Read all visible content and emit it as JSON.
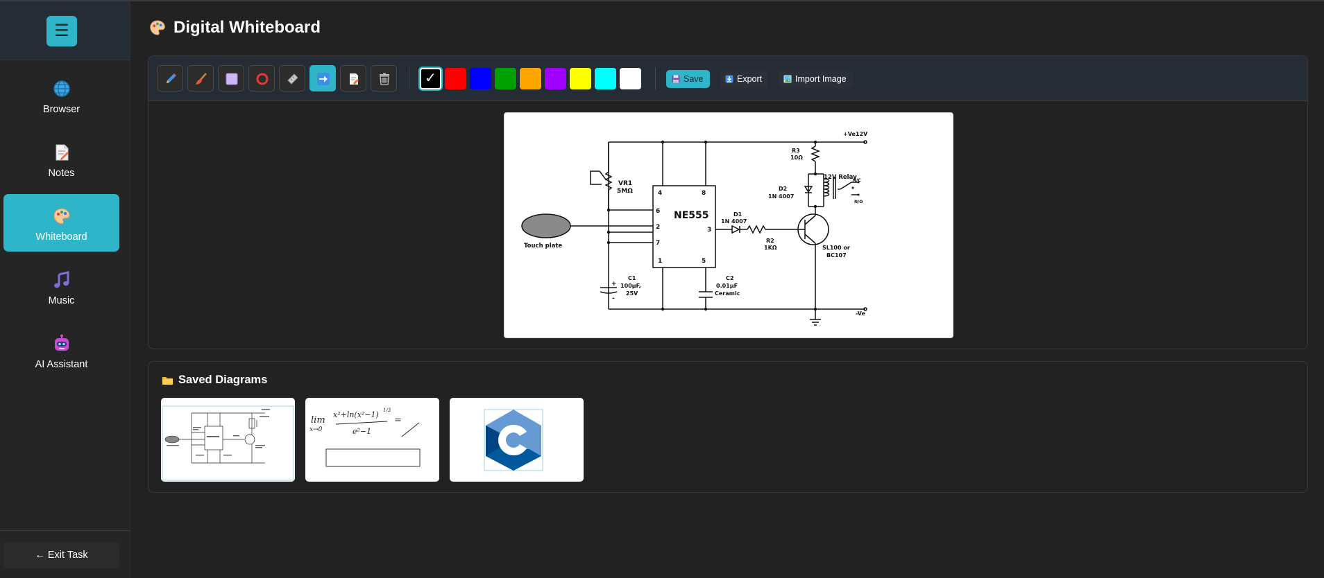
{
  "app": {
    "title": "Digital Whiteboard",
    "title_icon": "palette-icon"
  },
  "sidebar": {
    "menu_icon": "☰",
    "items": [
      {
        "label": "Browser",
        "icon": "globe-icon",
        "active": false
      },
      {
        "label": "Notes",
        "icon": "memo-icon",
        "active": false
      },
      {
        "label": "Whiteboard",
        "icon": "palette-icon",
        "active": true
      },
      {
        "label": "Music",
        "icon": "music-note-icon",
        "active": false
      },
      {
        "label": "AI Assistant",
        "icon": "robot-icon",
        "active": false
      }
    ],
    "exit_label": "← Exit Task"
  },
  "toolbar": {
    "tools": [
      {
        "name": "pen",
        "icon": "pen-icon",
        "active": false
      },
      {
        "name": "brush",
        "icon": "brush-icon",
        "active": false
      },
      {
        "name": "rectangle",
        "icon": "rectangle-icon",
        "active": false
      },
      {
        "name": "circle",
        "icon": "circle-icon",
        "active": false
      },
      {
        "name": "line",
        "icon": "line-icon",
        "active": false
      },
      {
        "name": "arrow",
        "icon": "arrow-icon",
        "active": true
      },
      {
        "name": "text",
        "icon": "text-icon",
        "active": false
      },
      {
        "name": "clear",
        "icon": "trash-icon",
        "active": false
      }
    ],
    "colors": [
      "#000000",
      "#ff0000",
      "#0000ff",
      "#00a000",
      "#ffa500",
      "#a000ff",
      "#ffff00",
      "#00ffff",
      "#ffffff"
    ],
    "selected_color": "#000000",
    "selected_mark": "✓",
    "save_label": "Save",
    "export_label": "Export",
    "import_label": "Import Image"
  },
  "canvas": {
    "circuit": {
      "ic_name": "NE555",
      "pins": [
        "4",
        "8",
        "6",
        "2",
        "7",
        "3",
        "1",
        "5"
      ],
      "supply_pos": "+Ve12V",
      "supply_neg": "-Ve",
      "vr1": [
        "VR1",
        "5MΩ"
      ],
      "r3": [
        "R3",
        "10Ω"
      ],
      "d2": [
        "D2",
        "1N 4007"
      ],
      "relay": "12V Relay",
      "nc": "N/C",
      "no": "N/O",
      "d1": [
        "D1",
        "1N 4007"
      ],
      "r2": [
        "R2",
        "1KΩ"
      ],
      "transistor": [
        "SL100 or",
        "BC107"
      ],
      "touch_plate": "Touch plate",
      "c1": [
        "C1",
        "100µF,",
        "25V"
      ],
      "c1_pol": [
        "+",
        "-"
      ],
      "c2": [
        "C2",
        "0.01µF",
        "Ceramic"
      ]
    }
  },
  "saved": {
    "title": "Saved Diagrams",
    "title_icon": "folder-icon",
    "items": [
      {
        "name": "circuit-diagram"
      },
      {
        "name": "handwritten-formula",
        "formula": [
          "lim",
          "x→0",
          "x²+ln(x²−1)",
          "1/3",
          "e²−1",
          "="
        ]
      },
      {
        "name": "c-language-logo",
        "letter": "C"
      }
    ]
  }
}
